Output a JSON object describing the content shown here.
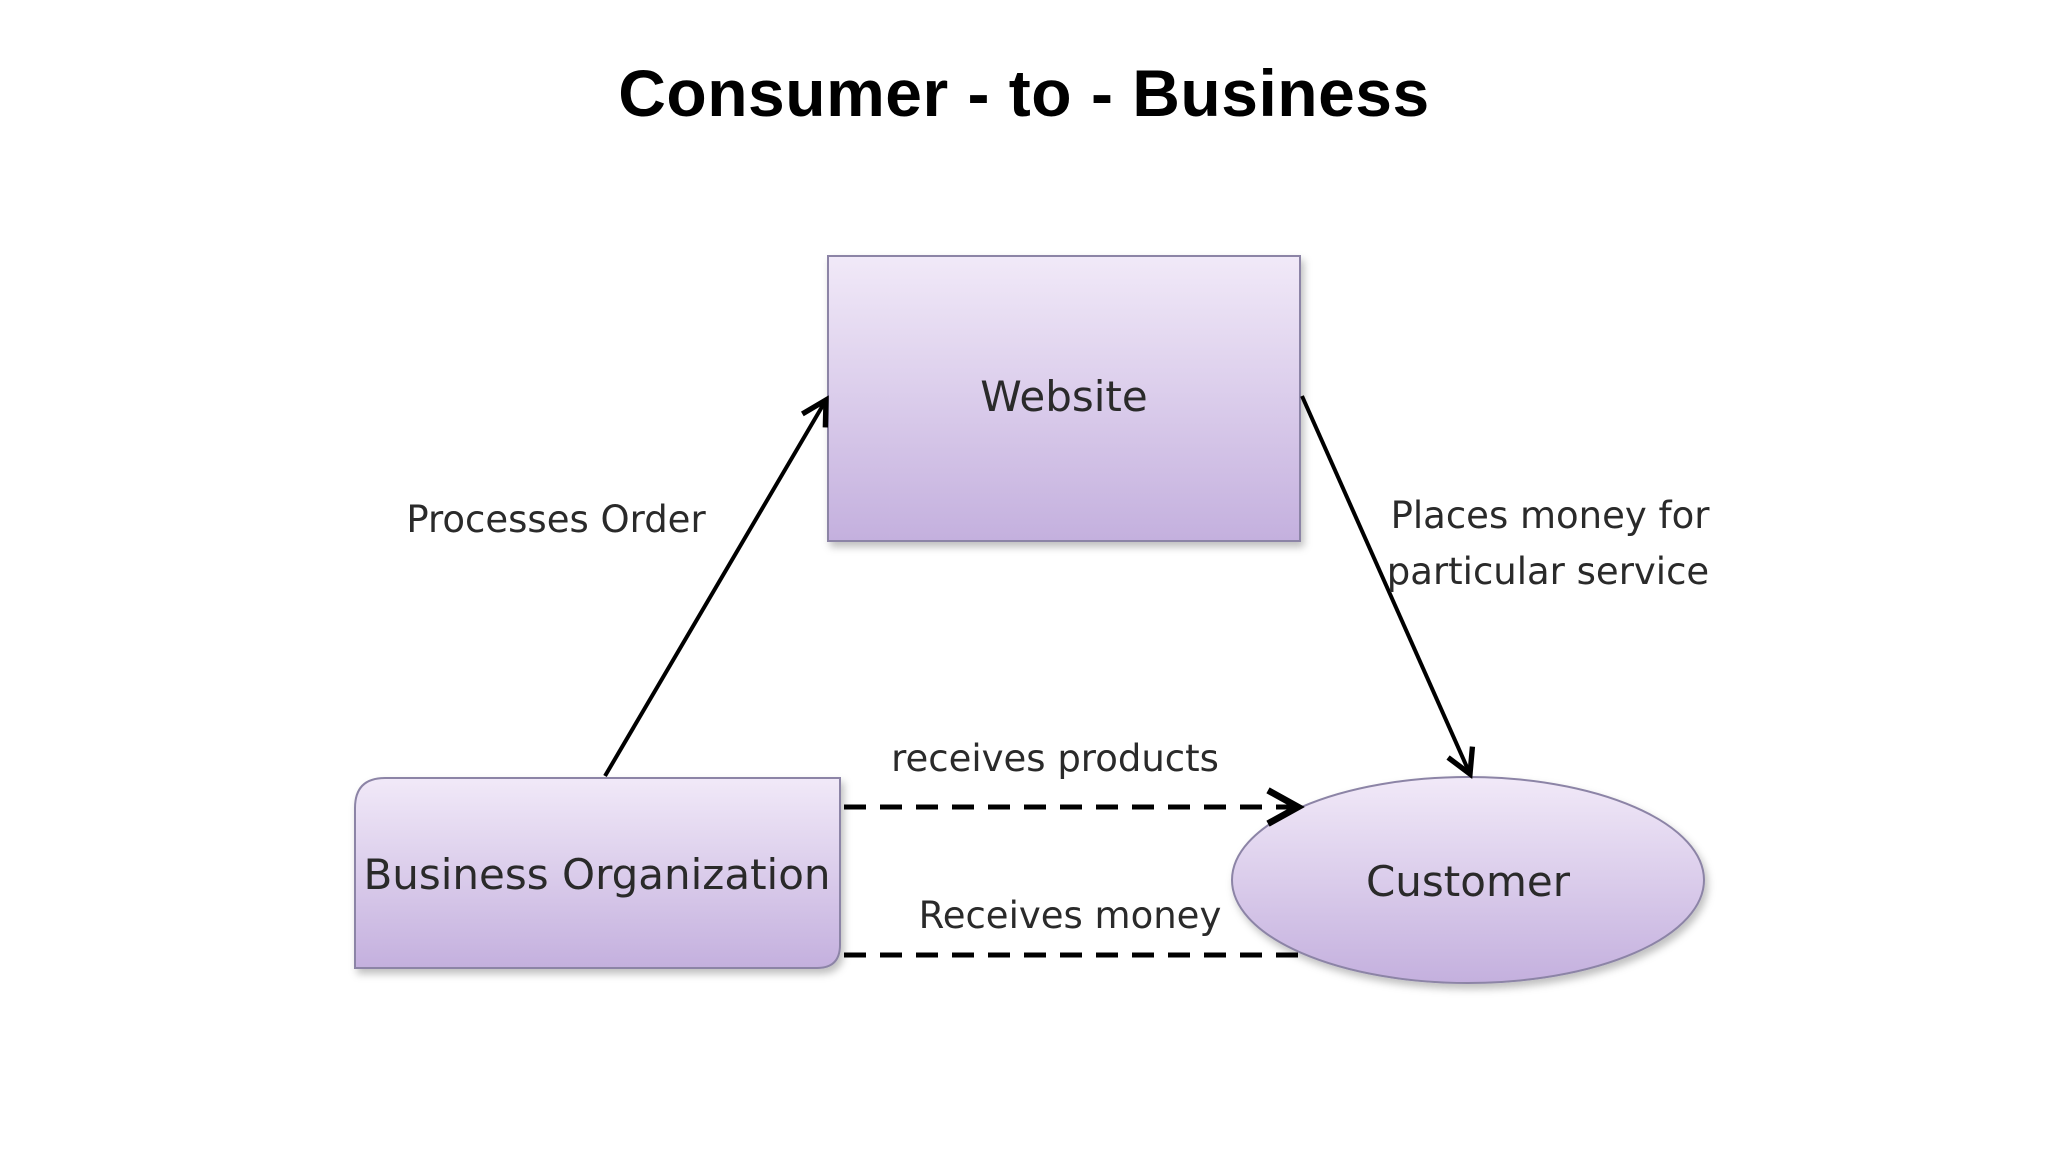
{
  "title": "Consumer - to - Business",
  "colors": {
    "node_fill_top": "#f1e9f8",
    "node_fill_bottom": "#c4b0de",
    "node_stroke": "#8c84a6",
    "arrow": "#000000",
    "text": "#2a2a2a"
  },
  "nodes": {
    "website": {
      "label": "Website"
    },
    "business": {
      "label": "Business Organization"
    },
    "customer": {
      "label": "Customer"
    }
  },
  "edges": {
    "processes_order": {
      "label": "Processes Order"
    },
    "places_money": {
      "line1": "Places money for",
      "line2": "particular  service"
    },
    "receives_products": {
      "label": "receives products"
    },
    "receives_money": {
      "label": "Receives money"
    }
  }
}
